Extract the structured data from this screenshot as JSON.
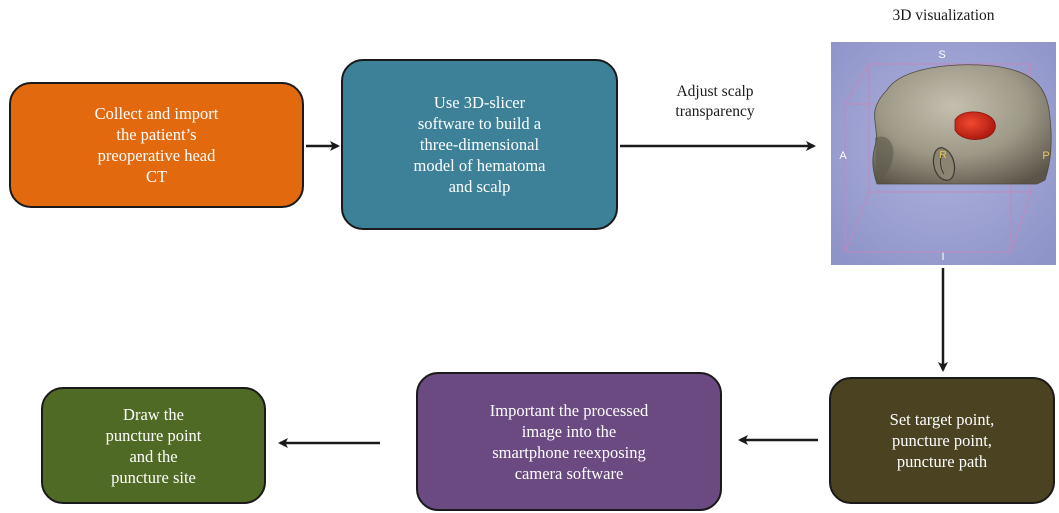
{
  "steps": {
    "collect": {
      "text": "Collect and import\nthe patient’s\npreoperative head\nCT",
      "color": "#e2690e"
    },
    "build": {
      "text": "Use 3D-slicer\nsoftware to build a\nthree-dimensional\nmodel of hematoma\nand scalp",
      "color": "#3c8198"
    },
    "set_target": {
      "text": "Set target point,\npuncture point,\npuncture path",
      "color": "#4b4222"
    },
    "import_phone": {
      "text": "Important the processed\nimage into the\nsmartphone reexposing\ncamera software",
      "color": "#6a4a80"
    },
    "draw": {
      "text": "Draw the\npuncture point\nand the\npuncture site",
      "color": "#4f6a24"
    }
  },
  "labels": {
    "adjust": "Adjust scalp\ntransparency",
    "visualization_title": "3D visualization"
  },
  "visualization": {
    "orientation_labels": {
      "superior": "S",
      "inferior": "I",
      "anterior": "A",
      "posterior": "P",
      "right": "R"
    },
    "background_color": "#a3a8d8",
    "hematoma_color": "#d8261a",
    "scalp_color": "#9e9887"
  }
}
